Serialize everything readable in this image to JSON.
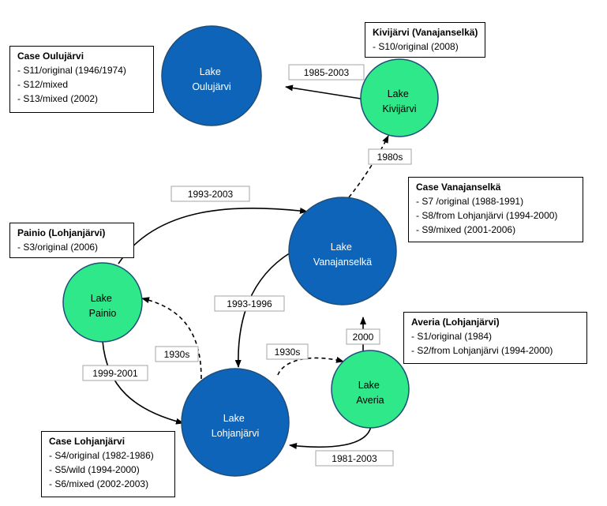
{
  "colors": {
    "blue_node": "#0E64B8",
    "blue_stroke": "#1F4E79",
    "green_node": "#2EE88A",
    "green_stroke": "#1F4E79",
    "edge": "#000000",
    "label_border": "#A6A6A6"
  },
  "nodes": {
    "oulujarvi": {
      "line1": "Lake",
      "line2": "Oulujärvi"
    },
    "kivijarvi": {
      "line1": "Lake",
      "line2": "Kivijärvi"
    },
    "vanajanselka": {
      "line1": "Lake",
      "line2": "Vanajanselkä"
    },
    "painio": {
      "line1": "Lake",
      "line2": "Painio"
    },
    "lohjanjarvi": {
      "line1": "Lake",
      "line2": "Lohjanjärvi"
    },
    "averia": {
      "line1": "Lake",
      "line2": "Averia"
    }
  },
  "edges": {
    "kivijarvi_to_oulujarvi": "1985-2003",
    "vanajanselka_to_kivijarvi": "1980s",
    "painio_to_vanajanselka": "1993-2003",
    "vanajanselka_to_lohjanjarvi": "1993-1996",
    "lohjanjarvi_to_painio": "1930s",
    "painio_to_lohjanjarvi": "1999-2001",
    "lohjanjarvi_to_averia": "1930s",
    "averia_to_vanajanselka": "2000",
    "averia_to_lohjanjarvi": "1981-2003"
  },
  "boxes": {
    "oulujarvi": {
      "title": "Case Oulujärvi",
      "items": [
        "- S11/original (1946/1974)",
        "- S12/mixed",
        "- S13/mixed (2002)"
      ]
    },
    "kivijarvi": {
      "title": "Kivijärvi (Vanajanselkä)",
      "items": [
        "- S10/original (2008)"
      ]
    },
    "vanajanselka": {
      "title": "Case Vanajanselkä",
      "items": [
        "- S7 /original (1988-1991)",
        "- S8/from Lohjanjärvi (1994-2000)",
        "- S9/mixed (2001-2006)"
      ]
    },
    "painio": {
      "title": "Painio (Lohjanjärvi)",
      "items": [
        "- S3/original (2006)"
      ]
    },
    "averia": {
      "title": "Averia (Lohjanjärvi)",
      "items": [
        "- S1/original (1984)",
        "- S2/from Lohjanjärvi (1994-2000)"
      ]
    },
    "lohjanjarvi": {
      "title": "Case Lohjanjärvi",
      "items": [
        "- S4/original (1982-1986)",
        "- S5/wild (1994-2000)",
        "- S6/mixed (2002-2003)"
      ]
    }
  }
}
